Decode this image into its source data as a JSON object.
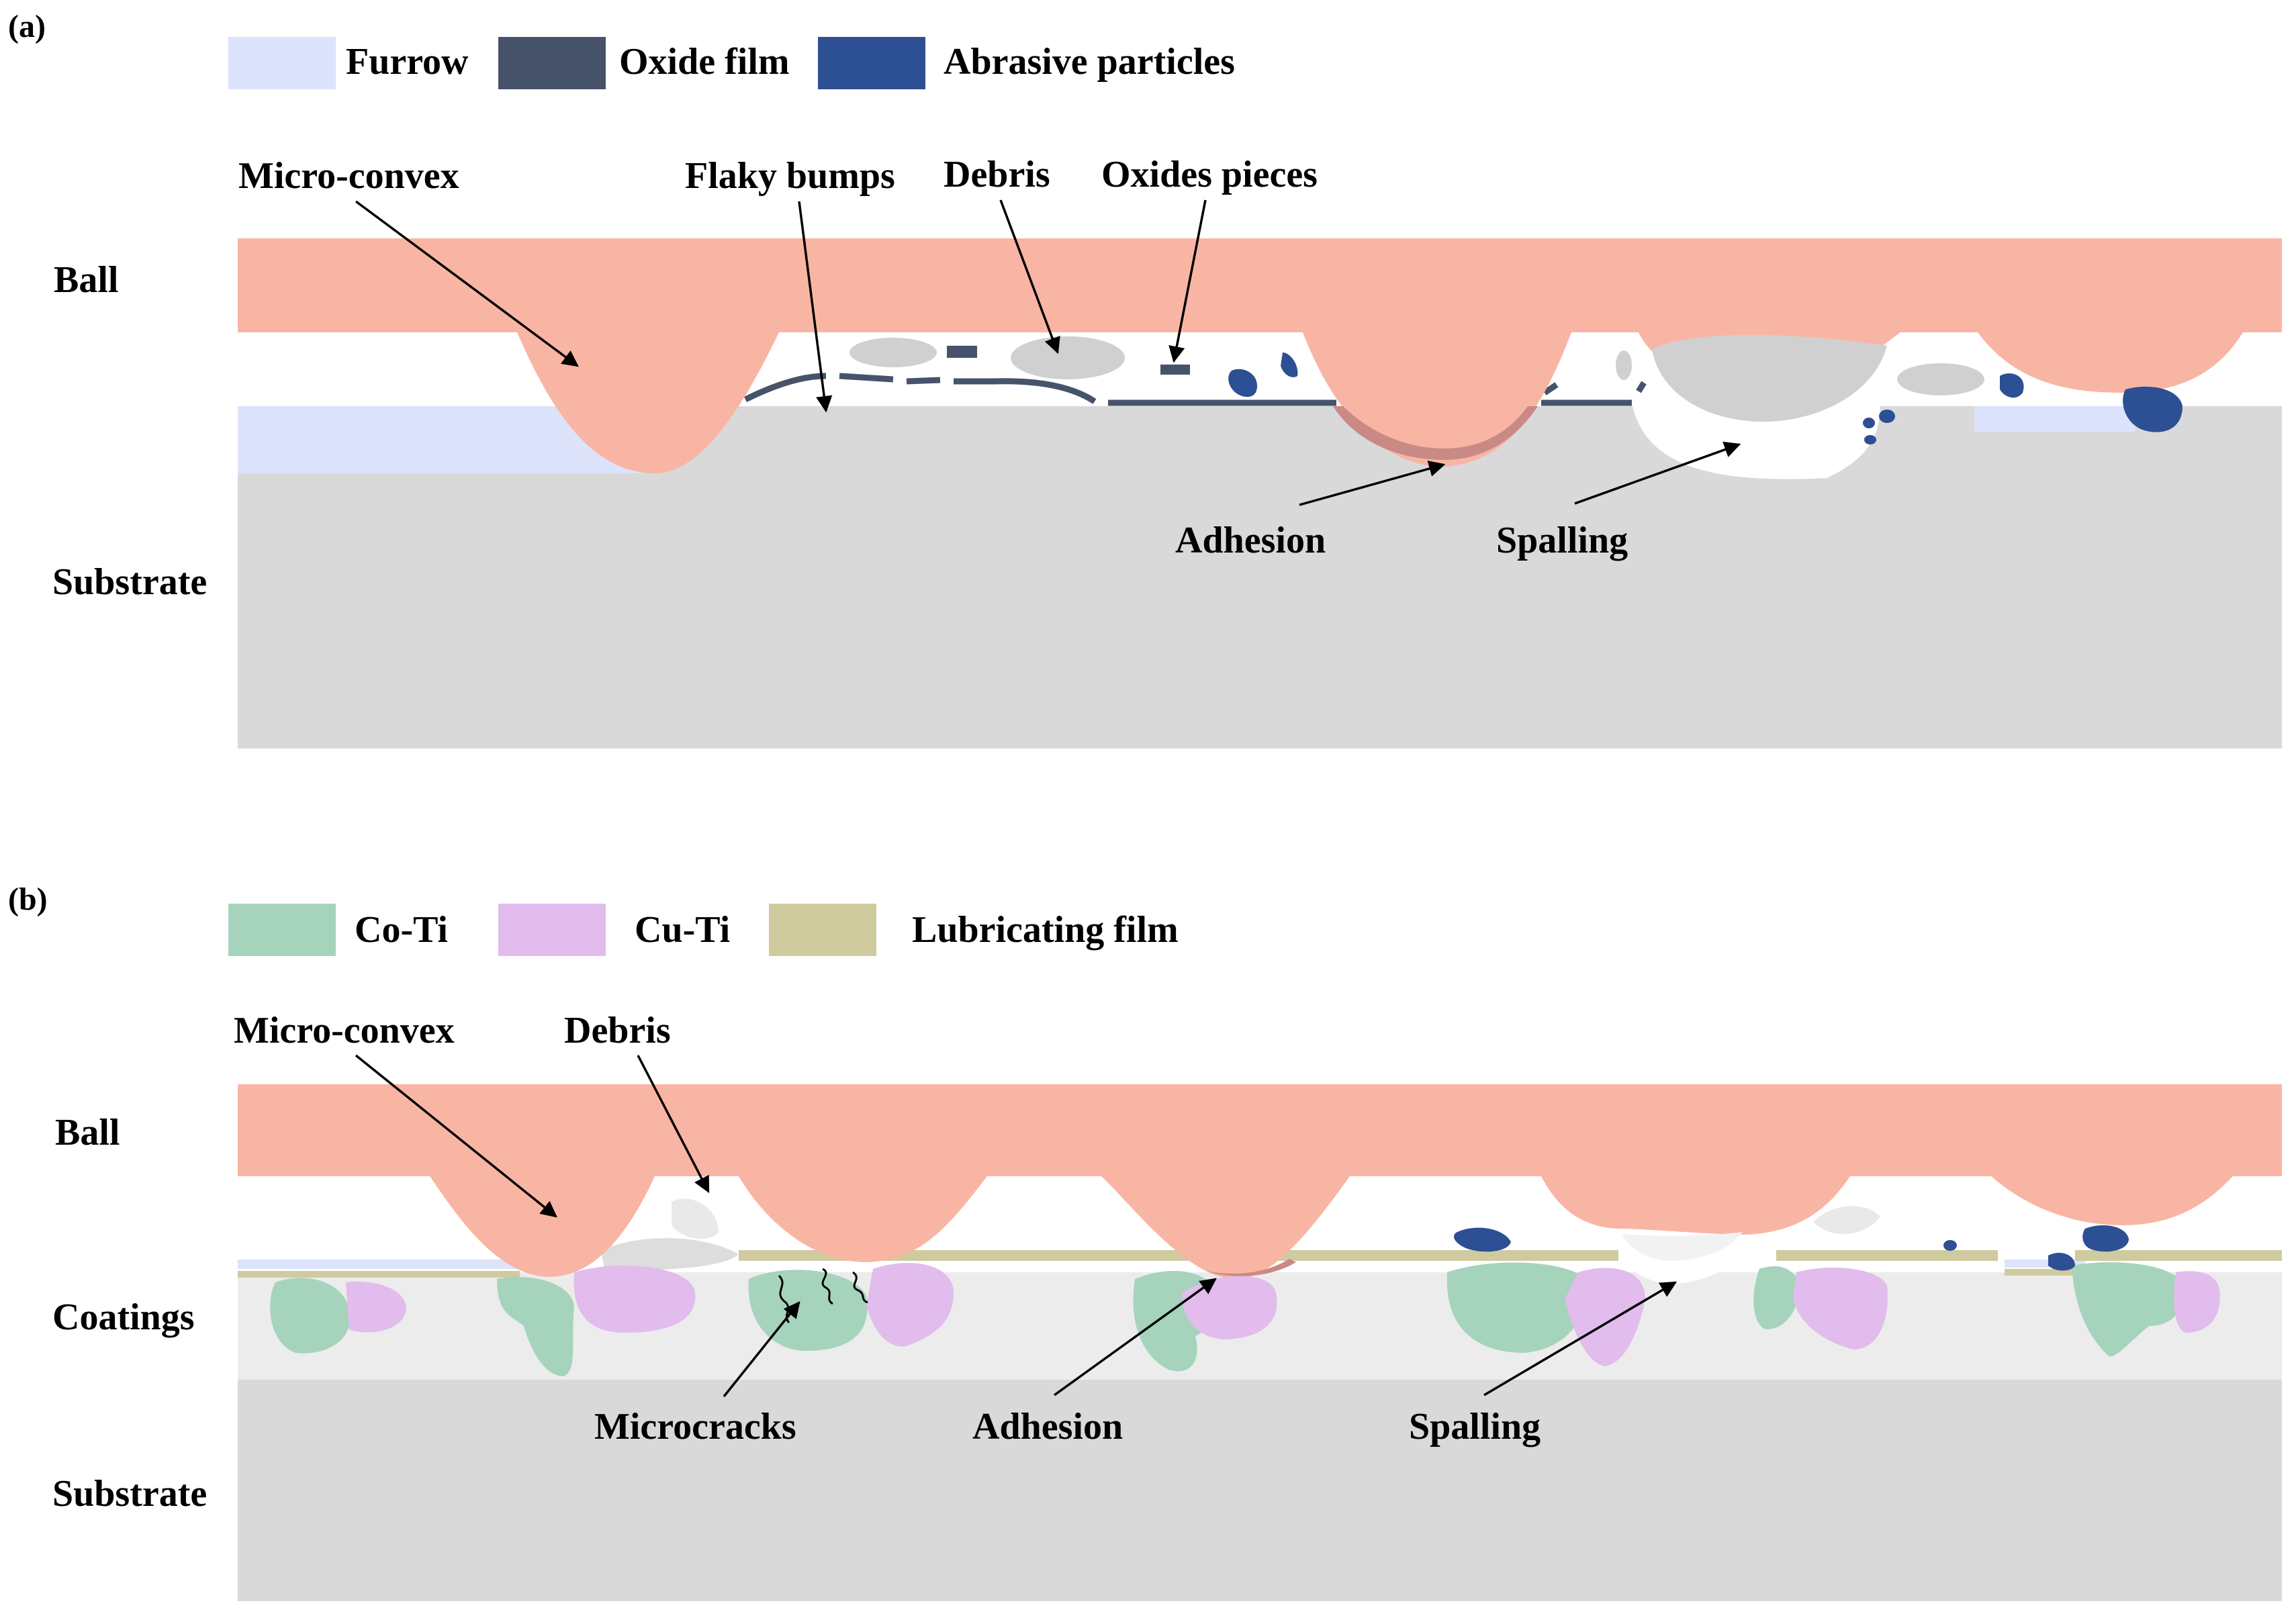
{
  "panel_a": {
    "tag": "(a)",
    "legend": [
      {
        "label": "Furrow",
        "color": "#dde3fa"
      },
      {
        "label": "Oxide film",
        "color": "#46536a"
      },
      {
        "label": "Abrasive particles",
        "color": "#2d4f93"
      }
    ],
    "side_labels": {
      "ball": "Ball",
      "substrate": "Substrate"
    },
    "callouts": {
      "micro_convex": "Micro-convex",
      "flaky_bumps": "Flaky bumps",
      "debris": "Debris",
      "oxides_pieces": "Oxides pieces",
      "adhesion": "Adhesion",
      "spalling": "Spalling"
    }
  },
  "panel_b": {
    "tag": "(b)",
    "legend": [
      {
        "label": "Co-Ti",
        "color": "#a6d3bc"
      },
      {
        "label": "Cu-Ti",
        "color": "#e1bcec"
      },
      {
        "label": "Lubricating film",
        "color": "#cfcb9f"
      }
    ],
    "side_labels": {
      "ball": "Ball",
      "coatings": "Coatings",
      "substrate": "Substrate"
    },
    "callouts": {
      "micro_convex": "Micro-convex",
      "debris": "Debris",
      "microcracks": "Microcracks",
      "adhesion": "Adhesion",
      "spalling": "Spalling"
    }
  },
  "colors": {
    "ball": "#f9b5a4",
    "substrate": "#d9d9d9",
    "coating": "#ececec",
    "debris": "#d0d0d0",
    "adhesion": "#c98a86"
  }
}
